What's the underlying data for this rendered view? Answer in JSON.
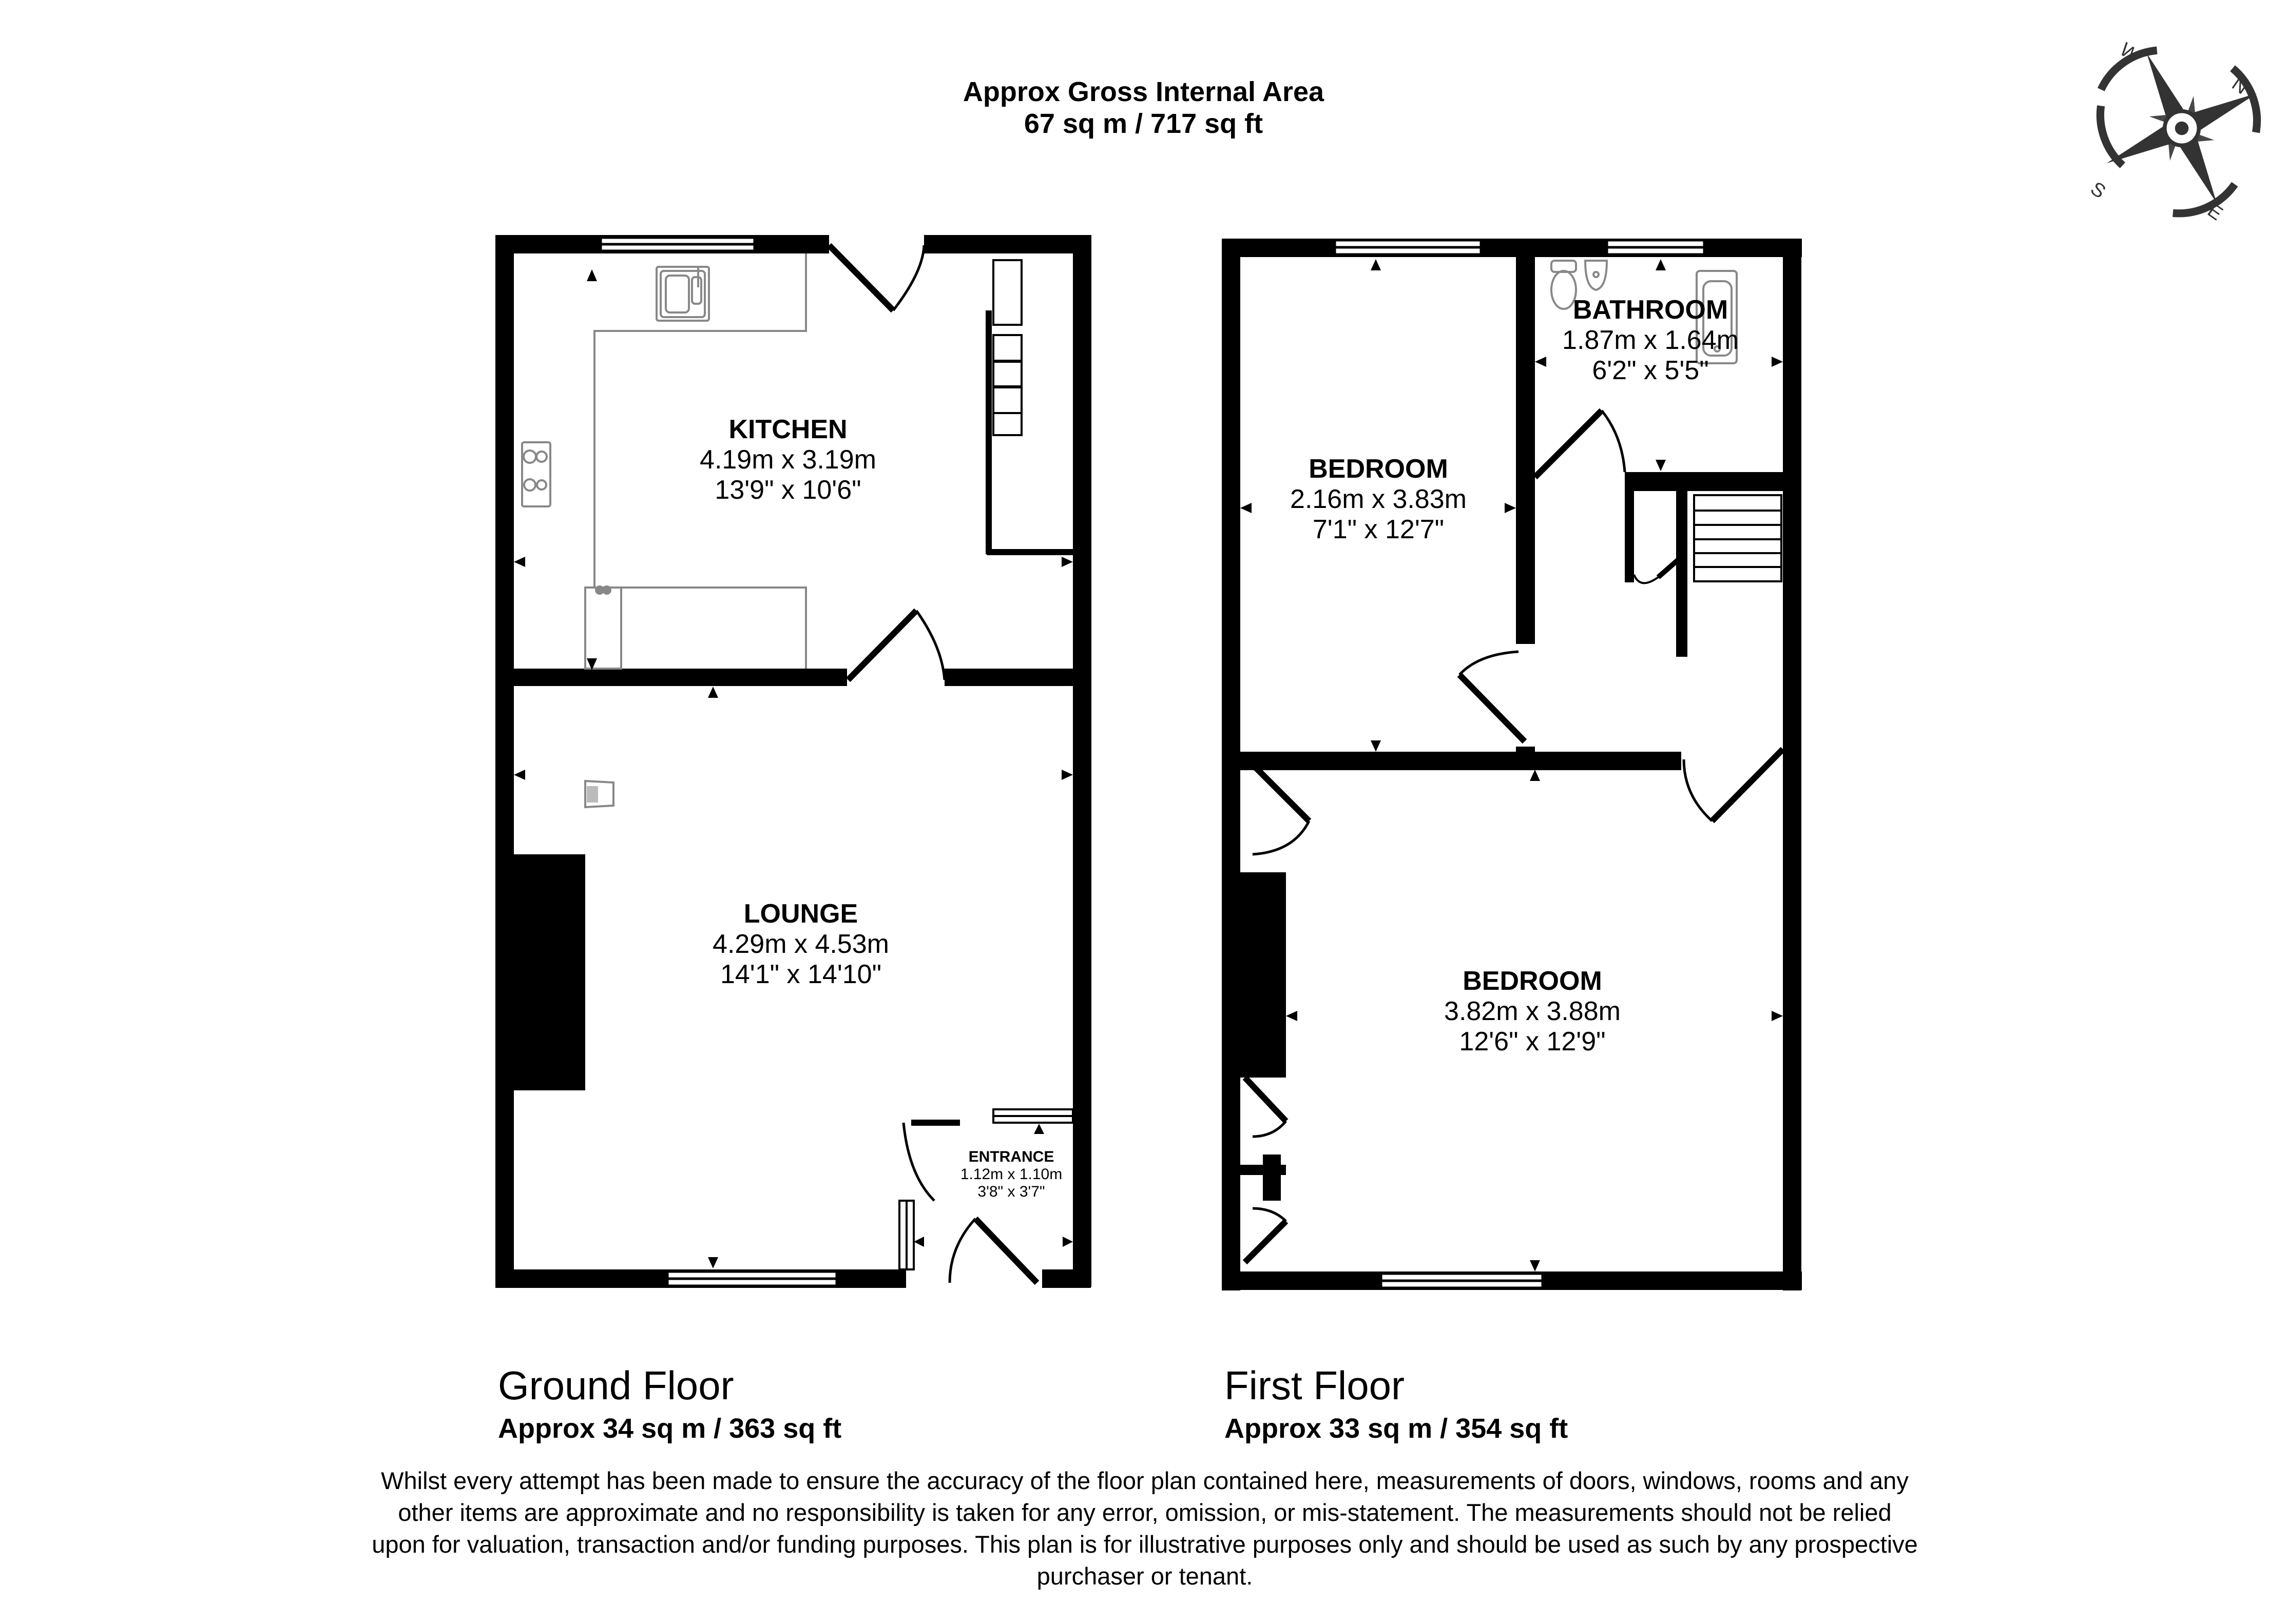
{
  "header": {
    "title_line1": "Approx Gross Internal Area",
    "title_line2": "67 sq m / 717 sq ft"
  },
  "compass": {
    "icon": "compass-rose-icon",
    "labels": {
      "north": "N",
      "east": "E",
      "south": "S",
      "west": "W"
    },
    "color": "#333333"
  },
  "floors": [
    {
      "name": "Ground Floor",
      "area": "Approx 34 sq m / 363 sq ft",
      "rooms": [
        {
          "name": "KITCHEN",
          "metric": "4.19m x 3.19m",
          "imperial": "13'9\" x 10'6\""
        },
        {
          "name": "LOUNGE",
          "metric": "4.29m x 4.53m",
          "imperial": "14'1\" x 14'10\""
        },
        {
          "name": "ENTRANCE",
          "metric": "1.12m x 1.10m",
          "imperial": "3'8\" x 3'7\""
        }
      ],
      "fixtures": [
        "sink-icon",
        "hob-icon",
        "staircase-icon",
        "fireplace-icon",
        "appliance-icon"
      ]
    },
    {
      "name": "First Floor",
      "area": "Approx 33 sq m / 354 sq ft",
      "rooms": [
        {
          "name": "BEDROOM",
          "metric": "2.16m x 3.83m",
          "imperial": "7'1\" x 12'7\""
        },
        {
          "name": "BATHROOM",
          "metric": "1.87m x 1.64m",
          "imperial": "6'2\" x 5'5\""
        },
        {
          "name": "BEDROOM",
          "metric": "3.82m x 3.88m",
          "imperial": "12'6\" x 12'9\""
        }
      ],
      "fixtures": [
        "toilet-icon",
        "washbasin-icon",
        "bathtub-icon",
        "staircase-icon",
        "chimney-breast-icon"
      ]
    }
  ],
  "disclaimer": "Whilst every attempt has been made to ensure the accuracy of the floor plan contained here, measurements of doors, windows, rooms and any other items are approximate and no responsibility is taken for any error, omission, or mis-statement. The measurements should not be relied upon for valuation, transaction and/or funding purposes. This plan is for illustrative purposes only and should be used as such by any prospective purchaser or tenant.",
  "colors": {
    "wall": "#000000",
    "fixture_line": "#888888",
    "background": "#ffffff",
    "compass": "#333333"
  }
}
